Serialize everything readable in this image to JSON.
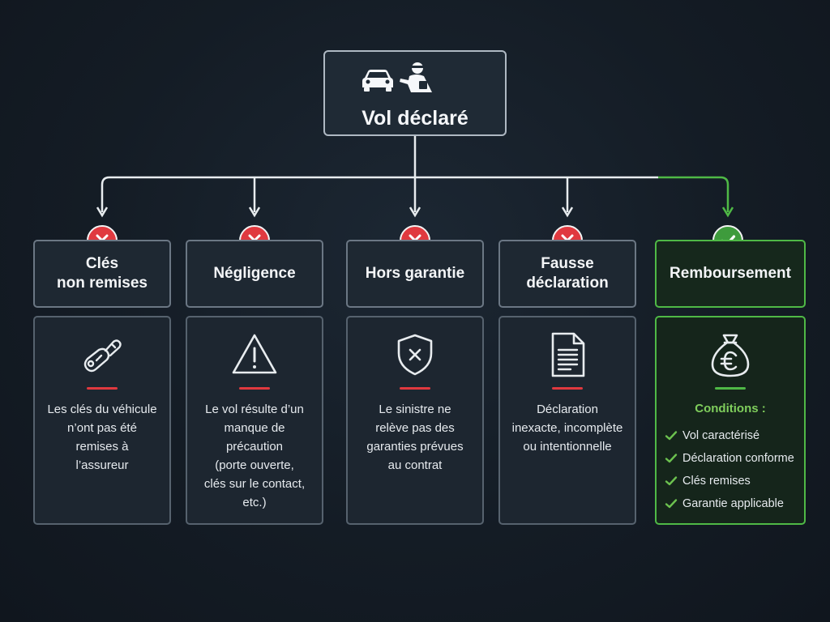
{
  "root": {
    "title": "Vol déclaré",
    "icons": [
      "car-icon",
      "thief-icon"
    ]
  },
  "outcomes": [
    {
      "status": "rejected",
      "title": "Clés\nnon remises",
      "icon": "car-key-icon",
      "description": "Les clés du véhicule\nn’ont pas été\nremises à\nl’assureur"
    },
    {
      "status": "rejected",
      "title": "Négligence",
      "icon": "warning-icon",
      "description": "Le vol résulte d’un\nmanque de\nprécaution\n(porte ouverte,\nclés sur le contact,\netc.)"
    },
    {
      "status": "rejected",
      "title": "Hors garantie",
      "icon": "shield-x-icon",
      "description": "Le sinistre ne\nrelève pas des\ngaranties prévues\nau contrat"
    },
    {
      "status": "rejected",
      "title": "Fausse\ndéclaration",
      "icon": "document-icon",
      "description": "Déclaration\ninexacte, incomplète\nou intentionnelle"
    },
    {
      "status": "approved",
      "title": "Remboursement",
      "icon": "money-bag-euro-icon",
      "conditions_title": "Conditions :",
      "conditions": [
        "Vol caractérisé",
        "Déclaration conforme",
        "Clés remises",
        "Garantie applicable"
      ]
    }
  ],
  "colors": {
    "rejected": "#e0393f",
    "approved": "#4fb946",
    "background": "#141c25"
  }
}
